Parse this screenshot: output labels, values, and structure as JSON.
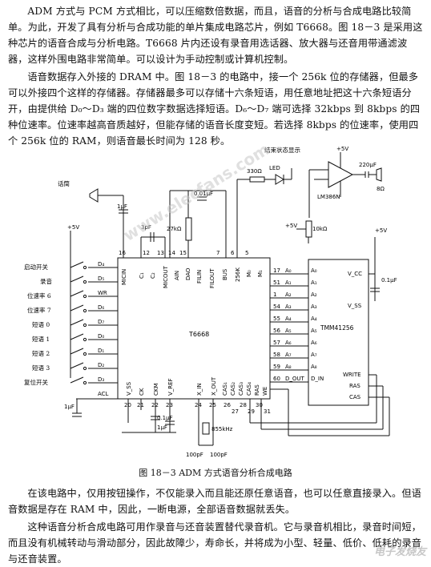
{
  "paragraphs": {
    "p1": "ADM 方式与 PCM 方式相比，可以压缩数倍数据，而且，语音的分析与合成电路比较简单。为此，开发了具有分析与合成功能的单片集成电路芯片，例如 T6668。图 18－3 是采用这种芯片的语音合成与分析电路。T6668 片内还设有录音用选话器、放大器与还音用带通滤波器，这样外围电路非常简单。可以设计为手动控制或计算机控制。",
    "p2": "语音数据存入外接的 DRAM 中。图 18－3 的电路中，接一个 256k 位的存储器，但最多可以外接四个这样的存储器。存储器最多可以存储十六条短语，用任意地址把这十六条短语分开，由提供给 D₀～D₃ 端的四位数字数据选择短语。D₆～D₇ 端可选择 32kbps 到 8kbps 的四种位速率。位速率越高音质越好，但能存储的语音长度变短。若选择 8kbps 的位速率，使用四个 256k 位的 RAM，则语音最长时间为 128 秒。",
    "p3": "在该电路中，仅用按钮操作，不仅能录入而且能还原任意语音，也可以任意直接录入。但语音数据是存在 RAM 中，因此，一断电源，全部语音数据就丢失。",
    "p4": "这种语音分析合成电路可用作录音与还音装置替代录音机。它与录音机相比，录音时间短，而且没有机械转动与滑动部分，因此故障少，寿命长，并将成为小型、轻量、低价、低耗的录音与还音装置。"
  },
  "caption": "图 18－3    ADM 方式语音分析合成电路",
  "watermark": "电子发烧友",
  "watermark_site": "www.elecfans.com",
  "schematic": {
    "chip_left": "T6668",
    "chip_right": "TMM41256",
    "microphone_label": "话筒",
    "led_label": "LED",
    "led_text": "结束状态显示",
    "amp_label": "LM386N",
    "speaker_label": "8Ω",
    "supply_labels": [
      "+5V",
      "+5V",
      "+5V",
      "+5V"
    ],
    "left_switches": [
      "启动开关",
      "录音",
      "位速率 6",
      "位速率 7",
      "短语 0",
      "短语 1",
      "短语 2",
      "短语 3",
      "复位开关"
    ],
    "left_pins": [
      "D₄",
      "D₅",
      "WR",
      "D₆",
      "D₇",
      "D₀",
      "D₁",
      "D₂",
      "D₃",
      "ACL"
    ],
    "top_pins": [
      "MICIN",
      "C₁",
      "C₂",
      "MICOUT",
      "AIN",
      "DAO",
      "FILIN",
      "FILOUT",
      "BUS",
      "256K",
      "M₀",
      "M₁"
    ],
    "bottom_pins": [
      "V_SS",
      "CK",
      "CKM",
      "V_REF",
      "X_IN",
      "X_OUT",
      "CAS₁",
      "CAS₂",
      "CAS₃",
      "CAS₄",
      "RAS",
      "WE"
    ],
    "bottom_pin_numbers": [
      "20",
      "21",
      "22",
      "23",
      "24",
      "25",
      "26",
      "27",
      "28",
      "29",
      "30",
      "31"
    ],
    "top_pin_numbers": [
      "16",
      "12",
      "13",
      "14",
      "15",
      "7",
      "6",
      "5"
    ],
    "addr_pins_left": [
      "A₀",
      "A₁",
      "A₂",
      "A₃",
      "A₄",
      "A₅",
      "A₆",
      "A₇",
      "A₈",
      "D_OUT"
    ],
    "addr_pins_right": [
      "A₀",
      "A₁",
      "A₂",
      "A₃",
      "A₄",
      "A₅",
      "A₆",
      "A₇",
      "A₈",
      "D_IN"
    ],
    "addr_numbers": [
      "17",
      "51",
      "1",
      "54",
      "55",
      "56",
      "57",
      "58",
      "59",
      "60"
    ],
    "ram_pins": [
      "V_CC",
      "V_SS",
      "WRITE",
      "RAS",
      "CAS"
    ],
    "components": [
      "1μF",
      "3pF",
      "27kΩ",
      "0.01μF",
      "330Ω",
      "10kΩ",
      "220μF",
      "0.1μF",
      "1μF",
      "0.1μF",
      "1μF",
      "855kHz",
      "100pF",
      "100pF"
    ]
  }
}
